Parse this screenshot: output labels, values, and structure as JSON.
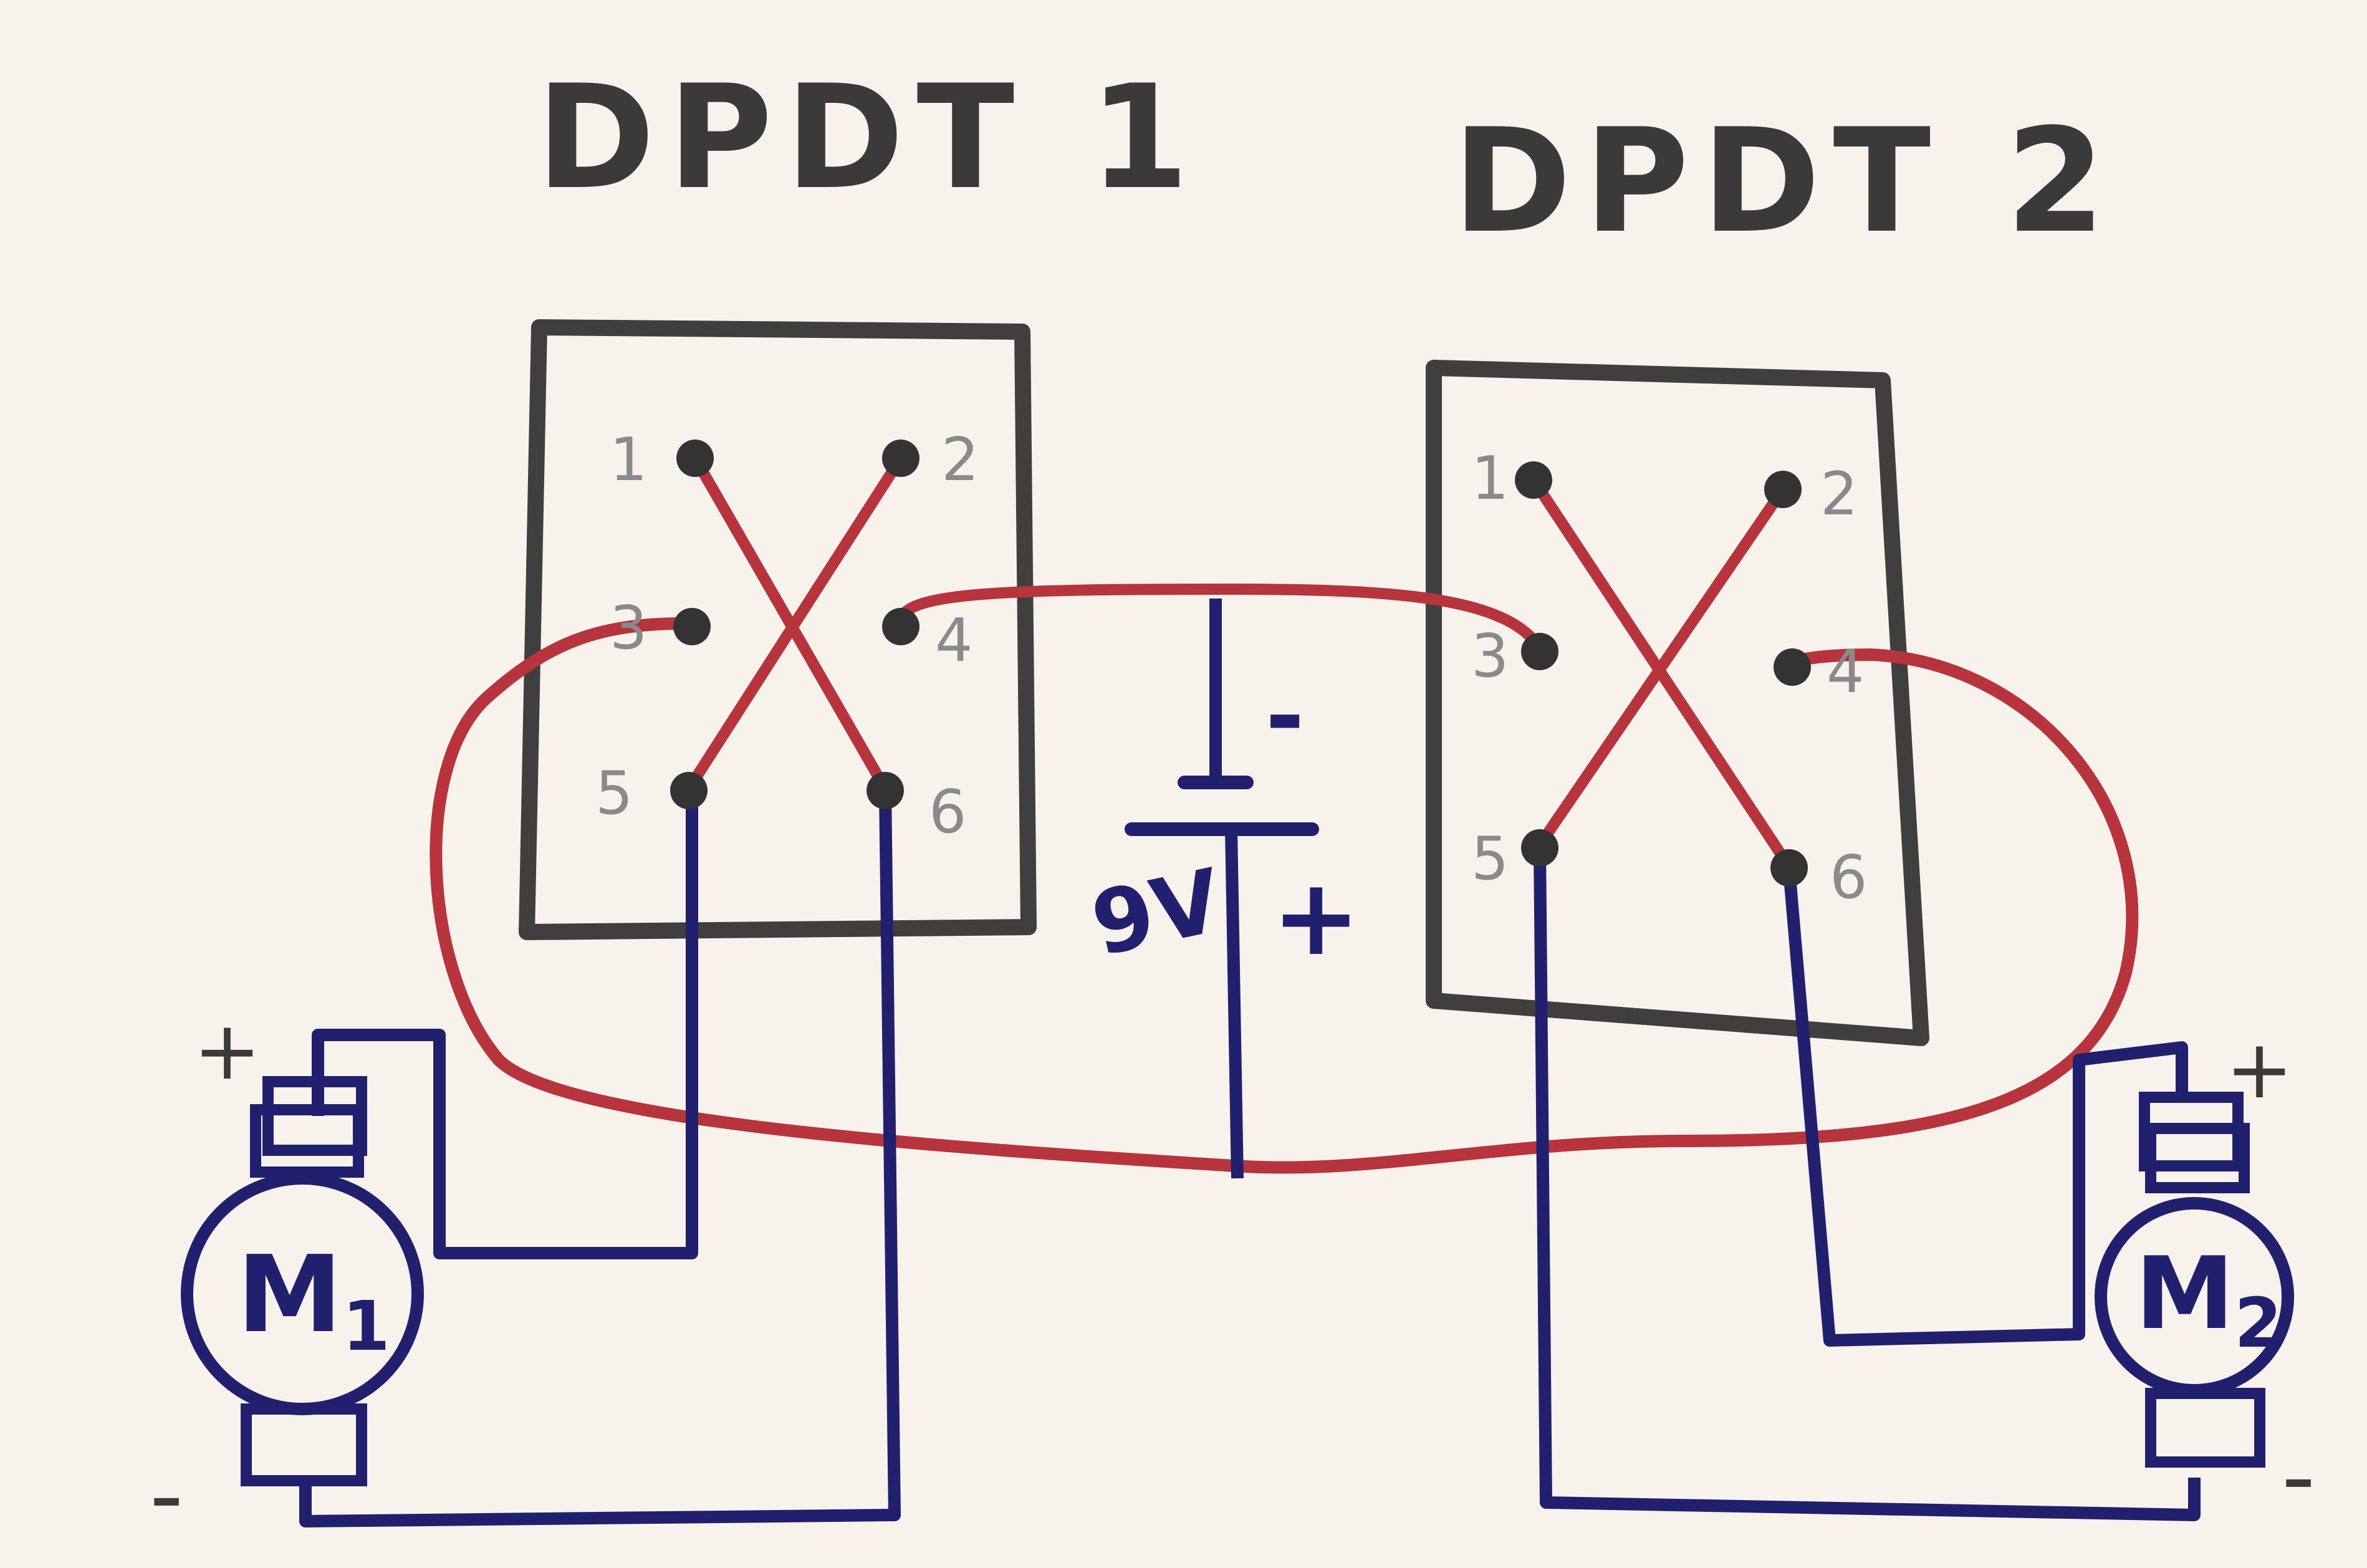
{
  "titles": {
    "dpdt1": "DPDT 1",
    "dpdt2": "DPDT 2"
  },
  "switch1": {
    "pins": [
      "1",
      "2",
      "3",
      "4",
      "5",
      "6"
    ]
  },
  "switch2": {
    "pins": [
      "1",
      "2",
      "3",
      "4",
      "5",
      "6"
    ]
  },
  "battery": {
    "voltage": "9V",
    "neg": "-",
    "pos": "+"
  },
  "motor1": {
    "label": "M",
    "sub": "1",
    "plus": "+",
    "minus": "-"
  },
  "motor2": {
    "label": "M",
    "sub": "2",
    "plus": "+",
    "minus": "-"
  },
  "colors": {
    "paper": "#f7f3ec",
    "box": "#3f3f3f",
    "red": "#b8343c",
    "blue": "#21206f",
    "pinText": "#8a8a8a",
    "title": "#3a3a3a"
  }
}
